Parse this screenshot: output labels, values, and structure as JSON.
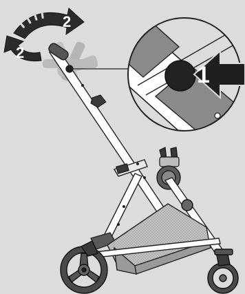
{
  "callouts": {
    "press": "1",
    "rotate_right": "2",
    "rotate_left": "2"
  },
  "colors": {
    "background": "#dcdcdc",
    "outline": "#222222",
    "frame_fill": "#ffffff",
    "dark_part": "#3a3a3a",
    "mid_part": "#8a8a8a",
    "basket_fill": "#b8b8b8",
    "ghost_handle": "#a9a9a9"
  },
  "icons": {
    "press_arrow": "arrow-left-icon",
    "rotate_arrows": "rotate-arrows-icon"
  }
}
